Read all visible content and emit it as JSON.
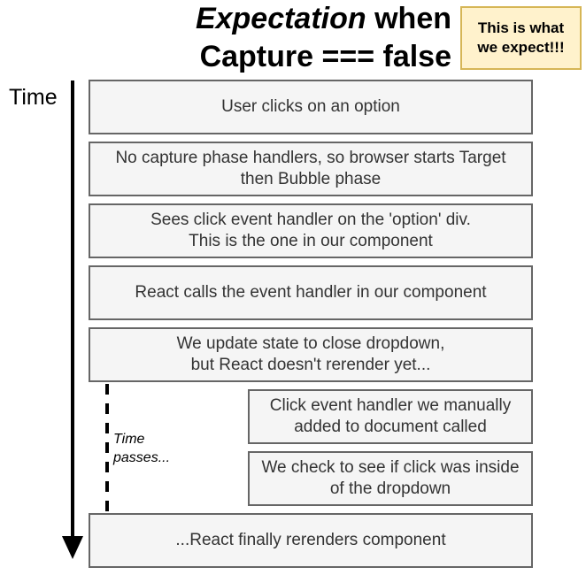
{
  "title": {
    "italic": "Expectation",
    "rest_line1": " when",
    "line2": "Capture === false"
  },
  "note": "This is what\nwe expect!!!",
  "time_label": "Time",
  "passes_label": "Time\npasses...",
  "steps": [
    "User clicks on an option",
    "No capture phase handlers, so browser starts Target\nthen Bubble phase",
    "Sees click event handler on the 'option' div.\nThis is the one in our component",
    "React calls the event handler in our component",
    "We update state to close dropdown,\nbut React doesn't rerender yet...",
    "Click event handler we manually\nadded to document called",
    "We check to see if click was inside\nof the dropdown",
    "...React finally rerenders component"
  ]
}
